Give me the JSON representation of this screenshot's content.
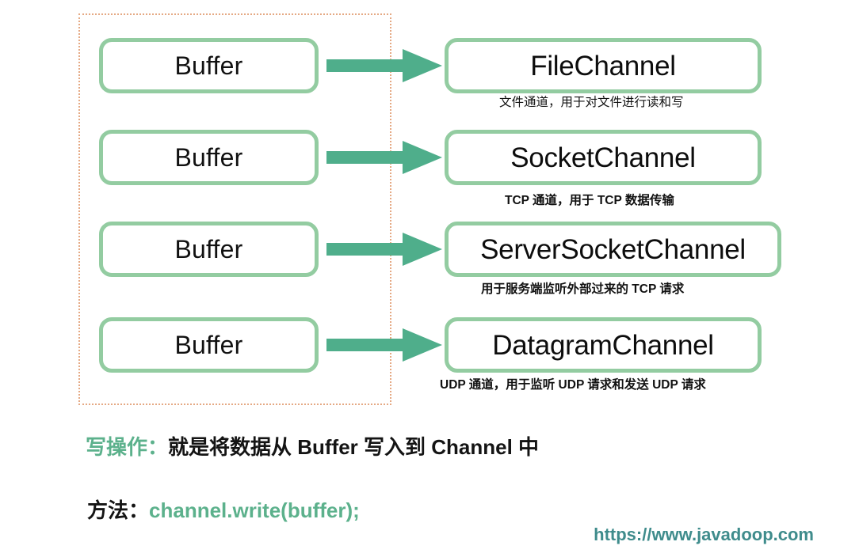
{
  "diagram": {
    "title": "Java NIO write operation: Buffer to Channel",
    "group_frame_name": "buffer-group",
    "colors": {
      "box_border_green": "#93cca1",
      "arrow_green": "#4fae8b",
      "accent_green": "#5cb18c",
      "dashed_frame": "#e5a984",
      "watermark_teal": "#3f8c8c",
      "text_black": "#111111",
      "background": "#ffffff"
    },
    "rows": [
      {
        "buffer_label": "Buffer",
        "channel_label": "FileChannel",
        "caption": "文件通道，用于对文件进行读和写",
        "caption_bold": false
      },
      {
        "buffer_label": "Buffer",
        "channel_label": "SocketChannel",
        "caption": "TCP 通道，用于 TCP 数据传输",
        "caption_bold": true
      },
      {
        "buffer_label": "Buffer",
        "channel_label": "ServerSocketChannel",
        "caption": "用于服务端监听外部过来的 TCP 请求",
        "caption_bold": true
      },
      {
        "buffer_label": "Buffer",
        "channel_label": "DatagramChannel",
        "caption": "UDP 通道，用于监听 UDP 请求和发送 UDP 请求",
        "caption_bold": true
      }
    ]
  },
  "notes": {
    "write_label": "写操作：",
    "write_text": "就是将数据从 Buffer 写入到 Channel 中",
    "method_label": "方法：",
    "method_code": "channel.write(buffer);"
  },
  "watermark": {
    "url": "https://www.javadoop.com"
  }
}
